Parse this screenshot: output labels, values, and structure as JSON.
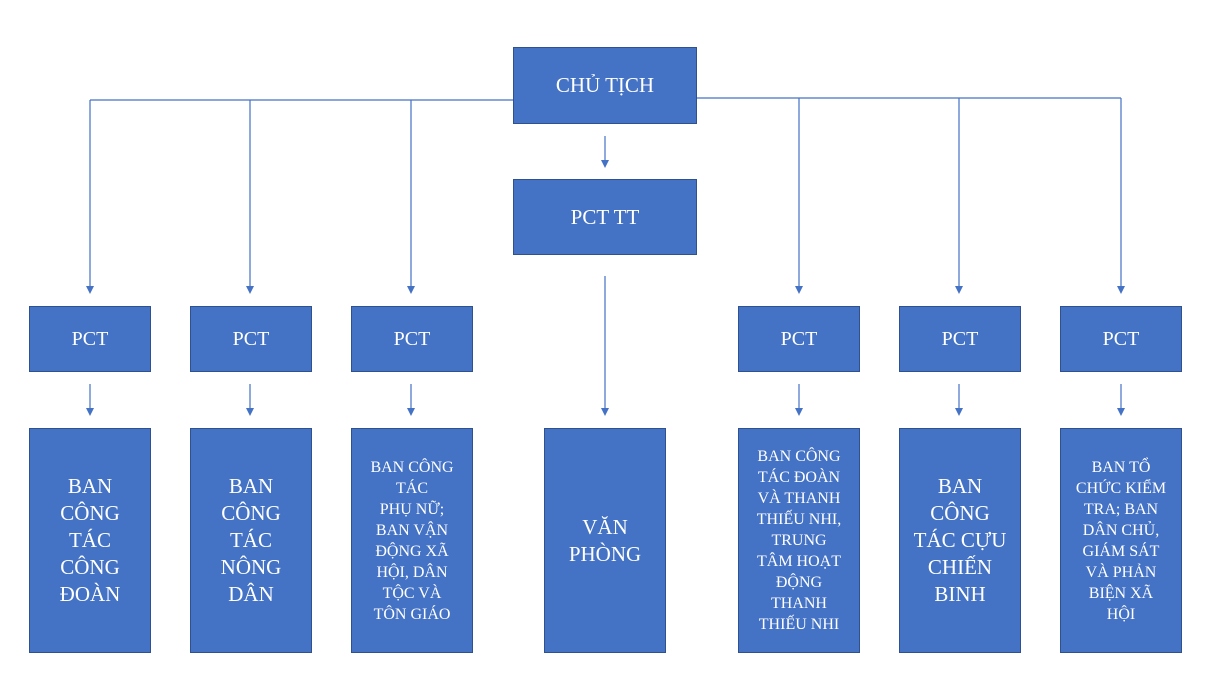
{
  "diagram": {
    "top": {
      "label": "CHỦ TỊCH"
    },
    "deputy": {
      "label": "PCT TT"
    },
    "vice_chairs": [
      {
        "label": "PCT"
      },
      {
        "label": "PCT"
      },
      {
        "label": "PCT"
      },
      {
        "label": "PCT"
      },
      {
        "label": "PCT"
      },
      {
        "label": "PCT"
      }
    ],
    "departments": [
      {
        "label": "BAN\nCÔNG\nTÁC\nCÔNG\nĐOÀN"
      },
      {
        "label": "BAN\nCÔNG\nTÁC\nNÔNG\nDÂN"
      },
      {
        "label": "BAN CÔNG\nTÁC\nPHỤ NỮ;\nBAN VẬN\nĐỘNG XÃ\nHỘI, DÂN\nTỘC VÀ\nTÔN GIÁO"
      },
      {
        "label": "BAN CÔNG\nTÁC ĐOÀN\nVÀ THANH\nTHIẾU NHI,\nTRUNG\nTÂM HOẠT\nĐỘNG\nTHANH\nTHIẾU NHI"
      },
      {
        "label": "BAN\nCÔNG\nTÁC CỰU\nCHIẾN\nBINH"
      },
      {
        "label": "BAN TỔ\nCHỨC KIỂM\nTRA; BAN\nDÂN CHỦ,\nGIÁM SÁT\nVÀ PHẢN\nBIỆN XÃ\nHỘI"
      }
    ],
    "office": {
      "label": "VĂN\nPHÒNG"
    },
    "colors": {
      "box_fill": "#4472c4",
      "box_border": "#2f528f",
      "connector": "#4472c4",
      "text": "#ffffff"
    }
  }
}
